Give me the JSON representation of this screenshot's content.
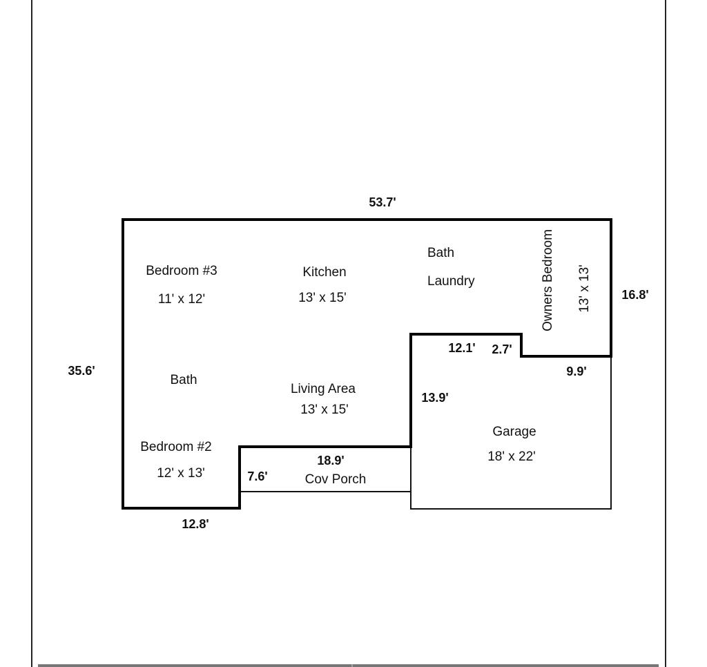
{
  "rooms": {
    "bedroom3": {
      "name": "Bedroom #3",
      "size": "11' x 12'"
    },
    "kitchen": {
      "name": "Kitchen",
      "size": "13' x 15'"
    },
    "bath_top": {
      "name": "Bath"
    },
    "laundry": {
      "name": "Laundry"
    },
    "owners_bedroom": {
      "name": "Owners Bedroom",
      "size": "13' x 13'"
    },
    "bath_left": {
      "name": "Bath"
    },
    "living": {
      "name": "Living Area",
      "size": "13' x 15'"
    },
    "bedroom2": {
      "name": "Bedroom #2",
      "size": "12' x 13'"
    },
    "porch": {
      "name": "Cov Porch"
    },
    "garage": {
      "name": "Garage",
      "size": "18' x 22'"
    }
  },
  "dimensions": {
    "top": "53.7'",
    "left": "35.6'",
    "right": "16.8'",
    "step_a": "12.1'",
    "step_b": "2.7'",
    "garage_top": "9.9'",
    "garage_left": "13.9'",
    "porch_width": "18.9'",
    "porch_depth": "7.6'",
    "bottom": "12.8'"
  }
}
